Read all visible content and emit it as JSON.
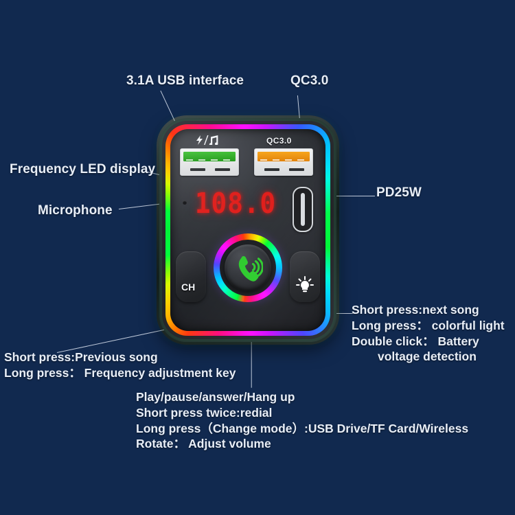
{
  "background_color": "#11294f",
  "callouts": {
    "usb_interface": "3.1A USB interface",
    "qc30": "QC3.0",
    "frequency_display": "Frequency LED display",
    "microphone": "Microphone",
    "pd25w": "PD25W"
  },
  "device": {
    "led_display_value": "108.0",
    "port_left_icon": "⚡/♫",
    "port_right_icon": "QC3.0",
    "port_left_color": "#3fbf34",
    "port_right_color": "#f7a51d",
    "led_color": "#e01f1c",
    "button_ch_label": "CH",
    "button_light_icon": "light-bulb-icon",
    "knob_icon": "phone-call-icon",
    "knob_icon_color": "#2ecc2e"
  },
  "text_blocks": {
    "right": [
      "Short press:next song",
      "Long press：  colorful light",
      "Double click：  Battery",
      "voltage detection"
    ],
    "left": [
      "Short press:Previous song",
      "Long press：  Frequency adjustment key"
    ],
    "bottom": [
      "Play/pause/answer/Hang up",
      "Short press twice:redial",
      "Long press（Change mode）:USB Drive/TF Card/Wireless",
      "Rotate：  Adjust volume"
    ]
  }
}
